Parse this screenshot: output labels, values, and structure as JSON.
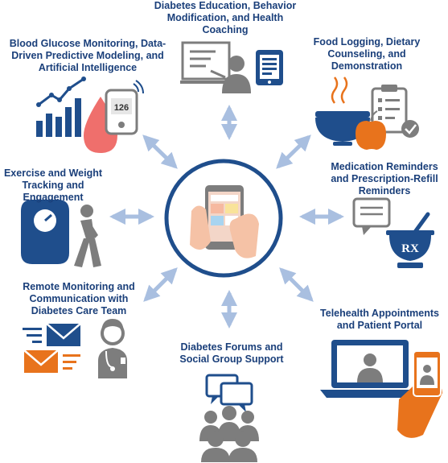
{
  "labels": {
    "education": "Diabetes Education, Behavior\nModification, and Health\nCoaching",
    "glucose": "Blood Glucose Monitoring, Data-\nDriven Predictive Modeling, and\nArtificial Intelligence",
    "food": "Food Logging, Dietary\nCounseling, and\nDemonstration",
    "exercise": "Exercise and Weight\nTracking and\nEngagement",
    "medication": "Medication Reminders\nand Prescription-Refill\nReminders",
    "remote": "Remote Monitoring and\nCommunication with\nDiabetes Care Team",
    "telehealth": "Telehealth Appointments\nand Patient Portal",
    "forums": "Diabetes Forums and\nSocial Group Support"
  },
  "meter_value": "126",
  "rx_symbol": "RX",
  "colors": {
    "navy": "#1f4e8c",
    "gray": "#808080",
    "orange": "#e8731c",
    "red": "#ef6f6c",
    "arrow": "#a9bfe0",
    "text": "#1a3f7a"
  }
}
